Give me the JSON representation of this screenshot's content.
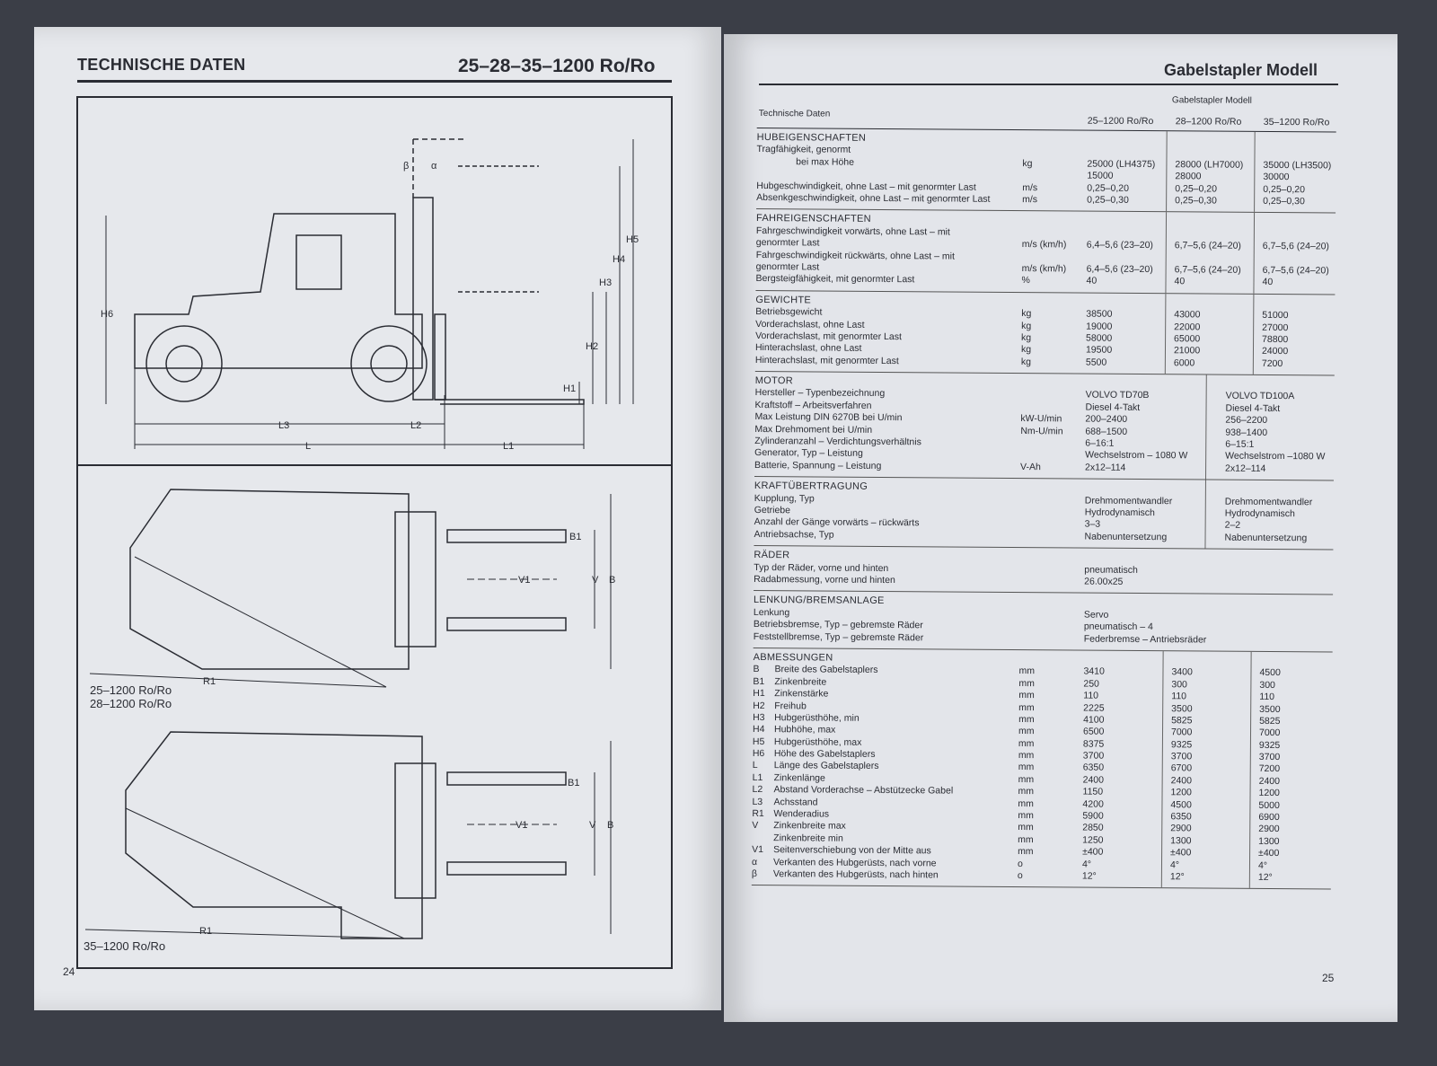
{
  "left_page": {
    "title": "TECHNISCHE DATEN",
    "model": "25–28–35–1200 Ro/Ro",
    "page_number": "24",
    "dimension_labels": {
      "H1": "H1",
      "H2": "H2",
      "H3": "H3",
      "H4": "H4",
      "H5": "H5",
      "H6": "H6",
      "L": "L",
      "L1": "L1",
      "L2": "L2",
      "L3": "L3",
      "alpha": "α",
      "beta": "β",
      "B": "B",
      "B1": "B1",
      "V": "V",
      "V1": "V1",
      "R1": "R1"
    },
    "captions": {
      "top_view_1a": "25–1200 Ro/Ro",
      "top_view_1b": "28–1200 Ro/Ro",
      "top_view_2": "35–1200  Ro/Ro"
    }
  },
  "right_page": {
    "title": "Gabelstapler Modell",
    "page_number": "25",
    "table": {
      "header": {
        "left": "Technische Daten",
        "group": "Gabelstapler Modell",
        "cols": [
          "25–1200 Ro/Ro",
          "28–1200 Ro/Ro",
          "35–1200 Ro/Ro"
        ]
      },
      "sections": [
        {
          "title": "HUBEIGENSCHAFTEN",
          "mode": "three",
          "rows": [
            {
              "label": "Tragfähigkeit, genormt",
              "unit": "",
              "v": [
                "",
                "",
                ""
              ]
            },
            {
              "label": "               bei max Höhe",
              "unit": "kg",
              "v": [
                "25000 (LH4375)",
                "28000 (LH7000)",
                "35000 (LH3500)"
              ]
            },
            {
              "label": "",
              "unit": "",
              "v": [
                "15000",
                "28000",
                "30000"
              ]
            },
            {
              "label": "Hubgeschwindigkeit, ohne Last – mit genormter Last",
              "unit": "m/s",
              "v": [
                "0,25–0,20",
                "0,25–0,20",
                "0,25–0,20"
              ]
            },
            {
              "label": "Absenkgeschwindigkeit, ohne Last – mit genormter Last",
              "unit": "m/s",
              "v": [
                "0,25–0,30",
                "0,25–0,30",
                "0,25–0,30"
              ]
            }
          ]
        },
        {
          "title": "FAHREIGENSCHAFTEN",
          "mode": "three",
          "rows": [
            {
              "label": "Fahrgeschwindigkeit vorwärts, ohne Last – mit",
              "unit": "",
              "v": [
                "",
                "",
                ""
              ]
            },
            {
              "label": "genormter Last",
              "unit": "m/s (km/h)",
              "v": [
                "6,4–5,6 (23–20)",
                "6,7–5,6 (24–20)",
                "6,7–5,6 (24–20)"
              ]
            },
            {
              "label": "Fahrgeschwindigkeit rückwärts, ohne Last – mit",
              "unit": "",
              "v": [
                "",
                "",
                ""
              ]
            },
            {
              "label": "genormter Last",
              "unit": "m/s (km/h)",
              "v": [
                "6,4–5,6 (23–20)",
                "6,7–5,6 (24–20)",
                "6,7–5,6 (24–20)"
              ]
            },
            {
              "label": "Bergsteigfähigkeit, mit genormter Last",
              "unit": "%",
              "v": [
                "40",
                "40",
                "40"
              ]
            }
          ]
        },
        {
          "title": "GEWICHTE",
          "mode": "three",
          "rows": [
            {
              "label": "Betriebsgewicht",
              "unit": "kg",
              "v": [
                "38500",
                "43000",
                "51000"
              ]
            },
            {
              "label": "Vorderachslast, ohne Last",
              "unit": "kg",
              "v": [
                "19000",
                "22000",
                "27000"
              ]
            },
            {
              "label": "Vorderachslast, mit genormter Last",
              "unit": "kg",
              "v": [
                "58000",
                "65000",
                "78800"
              ]
            },
            {
              "label": "Hinterachslast, ohne Last",
              "unit": "kg",
              "v": [
                "19500",
                "21000",
                "24000"
              ]
            },
            {
              "label": "Hinterachslast, mit genormter Last",
              "unit": "kg",
              "v": [
                "5500",
                "6000",
                "7200"
              ]
            }
          ]
        },
        {
          "title": "MOTOR",
          "mode": "two",
          "rows": [
            {
              "label": "Hersteller – Typenbezeichnung",
              "unit": "",
              "v": [
                "VOLVO TD70B",
                "VOLVO TD100A"
              ]
            },
            {
              "label": "Kraftstoff – Arbeitsverfahren",
              "unit": "",
              "v": [
                "Diesel 4-Takt",
                "Diesel 4-Takt"
              ]
            },
            {
              "label": "Max Leistung DIN 6270B bei U/min",
              "unit": "kW-U/min",
              "v": [
                "200–2400",
                "256–2200"
              ]
            },
            {
              "label": "Max Drehmoment bei U/min",
              "unit": "Nm-U/min",
              "v": [
                "688–1500",
                "938–1400"
              ]
            },
            {
              "label": "Zylinderanzahl – Verdichtungsverhältnis",
              "unit": "",
              "v": [
                "6–16:1",
                "6–15:1"
              ]
            },
            {
              "label": "Generator, Typ – Leistung",
              "unit": "",
              "v": [
                "Wechselstrom – 1080 W",
                "Wechselstrom –1080 W"
              ]
            },
            {
              "label": "Batterie, Spannung – Leistung",
              "unit": "V-Ah",
              "v": [
                "2x12–114",
                "2x12–114"
              ]
            }
          ]
        },
        {
          "title": "KRAFTÜBERTRAGUNG",
          "mode": "two",
          "rows": [
            {
              "label": "Kupplung, Typ",
              "unit": "",
              "v": [
                "Drehmomentwandler",
                "Drehmomentwandler"
              ]
            },
            {
              "label": "Getriebe",
              "unit": "",
              "v": [
                "Hydrodynamisch",
                "Hydrodynamisch"
              ]
            },
            {
              "label": "Anzahl der Gänge vorwärts – rückwärts",
              "unit": "",
              "v": [
                "3–3",
                "2–2"
              ]
            },
            {
              "label": "Antriebsachse, Typ",
              "unit": "",
              "v": [
                "Nabenuntersetzung",
                "Nabenuntersetzung"
              ]
            }
          ]
        },
        {
          "title": "RÄDER",
          "mode": "one",
          "rows": [
            {
              "label": "Typ der Räder, vorne und hinten",
              "unit": "",
              "v": [
                "pneumatisch"
              ]
            },
            {
              "label": "Radabmessung, vorne und hinten",
              "unit": "",
              "v": [
                "26.00x25"
              ]
            }
          ]
        },
        {
          "title": "LENKUNG/BREMSANLAGE",
          "mode": "one",
          "rows": [
            {
              "label": "Lenkung",
              "unit": "",
              "v": [
                "Servo"
              ]
            },
            {
              "label": "Betriebsbremse, Typ – gebremste Räder",
              "unit": "",
              "v": [
                "pneumatisch – 4"
              ]
            },
            {
              "label": "Feststellbremse, Typ – gebremste Räder",
              "unit": "",
              "v": [
                "Federbremse – Antriebsräder"
              ]
            }
          ]
        },
        {
          "title": "ABMESSUNGEN",
          "mode": "three",
          "coded": true,
          "rows": [
            {
              "code": "B",
              "label": "Breite des Gabelstaplers",
              "unit": "mm",
              "v": [
                "3410",
                "3400",
                "4500"
              ]
            },
            {
              "code": "B1",
              "label": "Zinkenbreite",
              "unit": "mm",
              "v": [
                "250",
                "300",
                "300"
              ]
            },
            {
              "code": "H1",
              "label": "Zinkenstärke",
              "unit": "mm",
              "v": [
                "110",
                "110",
                "110"
              ]
            },
            {
              "code": "H2",
              "label": "Freihub",
              "unit": "mm",
              "v": [
                "2225",
                "3500",
                "3500"
              ]
            },
            {
              "code": "H3",
              "label": "Hubgerüsthöhe, min",
              "unit": "mm",
              "v": [
                "4100",
                "5825",
                "5825"
              ]
            },
            {
              "code": "H4",
              "label": "Hubhöhe, max",
              "unit": "mm",
              "v": [
                "6500",
                "7000",
                "7000"
              ]
            },
            {
              "code": "H5",
              "label": "Hubgerüsthöhe, max",
              "unit": "mm",
              "v": [
                "8375",
                "9325",
                "9325"
              ]
            },
            {
              "code": "H6",
              "label": "Höhe des Gabelstaplers",
              "unit": "mm",
              "v": [
                "3700",
                "3700",
                "3700"
              ]
            },
            {
              "code": "L",
              "label": "Länge des Gabelstaplers",
              "unit": "mm",
              "v": [
                "6350",
                "6700",
                "7200"
              ]
            },
            {
              "code": "L1",
              "label": "Zinkenlänge",
              "unit": "mm",
              "v": [
                "2400",
                "2400",
                "2400"
              ]
            },
            {
              "code": "L2",
              "label": "Abstand Vorderachse – Abstützecke Gabel",
              "unit": "mm",
              "v": [
                "1150",
                "1200",
                "1200"
              ]
            },
            {
              "code": "L3",
              "label": "Achsstand",
              "unit": "mm",
              "v": [
                "4200",
                "4500",
                "5000"
              ]
            },
            {
              "code": "R1",
              "label": "Wenderadius",
              "unit": "mm",
              "v": [
                "5900",
                "6350",
                "6900"
              ]
            },
            {
              "code": "V",
              "label": "Zinkenbreite max",
              "unit": "mm",
              "v": [
                "2850",
                "2900",
                "2900"
              ]
            },
            {
              "code": "",
              "label": "Zinkenbreite min",
              "unit": "mm",
              "v": [
                "1250",
                "1300",
                "1300"
              ]
            },
            {
              "code": "V1",
              "label": "Seitenverschiebung von der Mitte aus",
              "unit": "mm",
              "v": [
                "±400",
                "±400",
                "±400"
              ]
            },
            {
              "code": "α",
              "label": "Verkanten des Hubgerüsts, nach vorne",
              "unit": "o",
              "v": [
                "4°",
                "4°",
                "4°"
              ]
            },
            {
              "code": "β",
              "label": "Verkanten des Hubgerüsts, nach hinten",
              "unit": "o",
              "v": [
                "12°",
                "12°",
                "12°"
              ]
            }
          ]
        }
      ]
    }
  }
}
